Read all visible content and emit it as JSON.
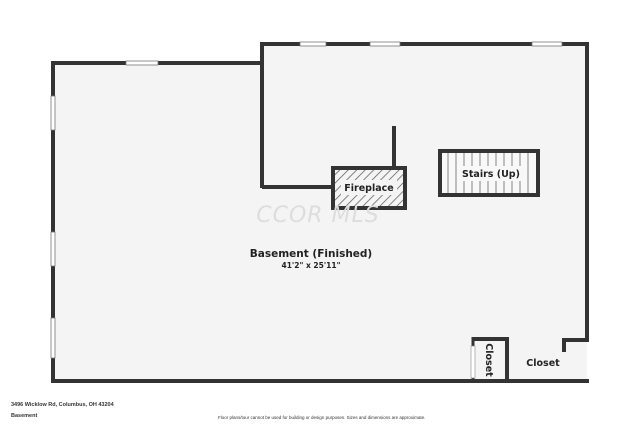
{
  "colors": {
    "wall": "#333333",
    "floor": "#f4f4f4",
    "window": "#ffffff",
    "text": "#222222"
  },
  "rooms": {
    "basement": {
      "name": "Basement (Finished)",
      "dimensions": "41'2\" x 25'11\""
    },
    "fireplace": {
      "name": "Fireplace"
    },
    "stairs": {
      "name": "Stairs (Up)"
    },
    "closet_left": {
      "name": "Closet"
    },
    "closet_right": {
      "name": "Closet"
    }
  },
  "watermark": "CCOR MLS",
  "footer": {
    "address": "3496 Wicklow Rd, Columbus, OH 43204",
    "level": "Basement",
    "disclaimer": "Floor plans/tour cannot be used for building or design purposes. Sizes and dimensions are approximate."
  }
}
